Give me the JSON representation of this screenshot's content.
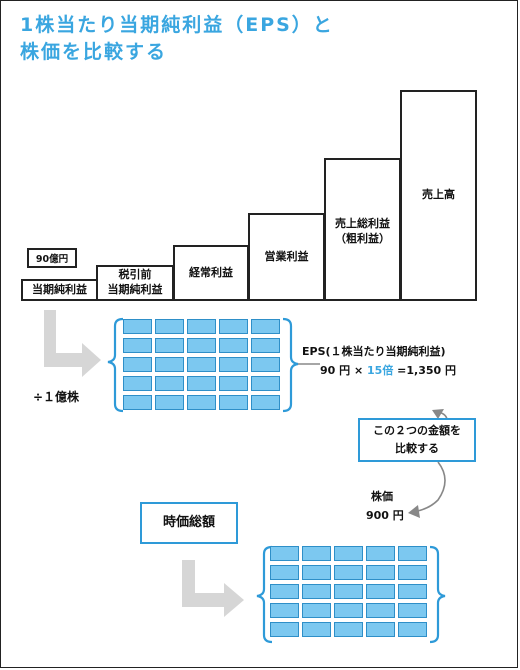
{
  "title": {
    "line1": "1株当たり当期純利益（EPS）と",
    "line2": "株価を比較する"
  },
  "income_bars": [
    {
      "id": "net-income",
      "label": "当期純利益"
    },
    {
      "id": "pretax",
      "label": "税引前\n当期純利益"
    },
    {
      "id": "ordinary",
      "label": "経常利益"
    },
    {
      "id": "operating",
      "label": "営業利益"
    },
    {
      "id": "gross",
      "label": "売上総利益\n（粗利益）"
    },
    {
      "id": "revenue",
      "label": "売上高"
    }
  ],
  "net_income_value": "90億円",
  "divide_label": "÷１億株",
  "eps": {
    "label": "EPS(１株当たり当期純利益)",
    "calc_prefix": "90 円 × ",
    "multiple": "15倍",
    "calc_suffix": " =1,350 円"
  },
  "compare_box": {
    "line1": "この２つの金額を",
    "line2": "比較する"
  },
  "stock_price": {
    "label": "株価",
    "value": "900 円"
  },
  "market_cap_label": "時価総額",
  "colors": {
    "accent": "#3aa6e0",
    "cell_fill": "#7cc8f0",
    "cell_border": "#2e8fc8",
    "arrow": "#d6d6d6"
  }
}
